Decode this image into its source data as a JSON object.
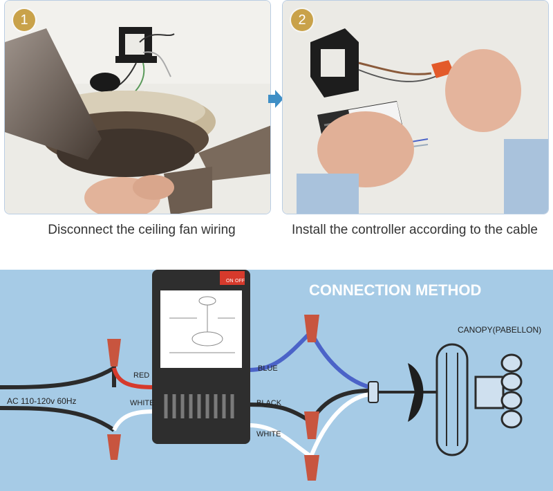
{
  "steps": [
    {
      "number": "1",
      "caption": "Disconnect the ceiling fan wiring"
    },
    {
      "number": "2",
      "caption": "Install the controller according to the cable"
    }
  ],
  "diagram": {
    "title": "CONNECTION METHOD",
    "power_label": "AC 110-120v 60Hz",
    "canopy_label": "CANOPY(PABELLON)",
    "switch_labels": [
      "ON",
      "OFF"
    ],
    "wires": {
      "input_red": "RED",
      "input_white": "WHITE",
      "output_blue": "BLUE",
      "output_black": "BLACK",
      "output_white": "WHITE"
    }
  },
  "colors": {
    "diagram_bg": "#a6cbe6",
    "title": "#ffffff",
    "wire_blue": "#4b63c8",
    "wire_red": "#d63a2c",
    "wire_black": "#2b2b2b",
    "wire_white": "#ffffff",
    "nut": "#c8553f",
    "controller": "#2e2e2e",
    "step_badge": "#c9a24a",
    "arrow": "#3f8fc6"
  }
}
